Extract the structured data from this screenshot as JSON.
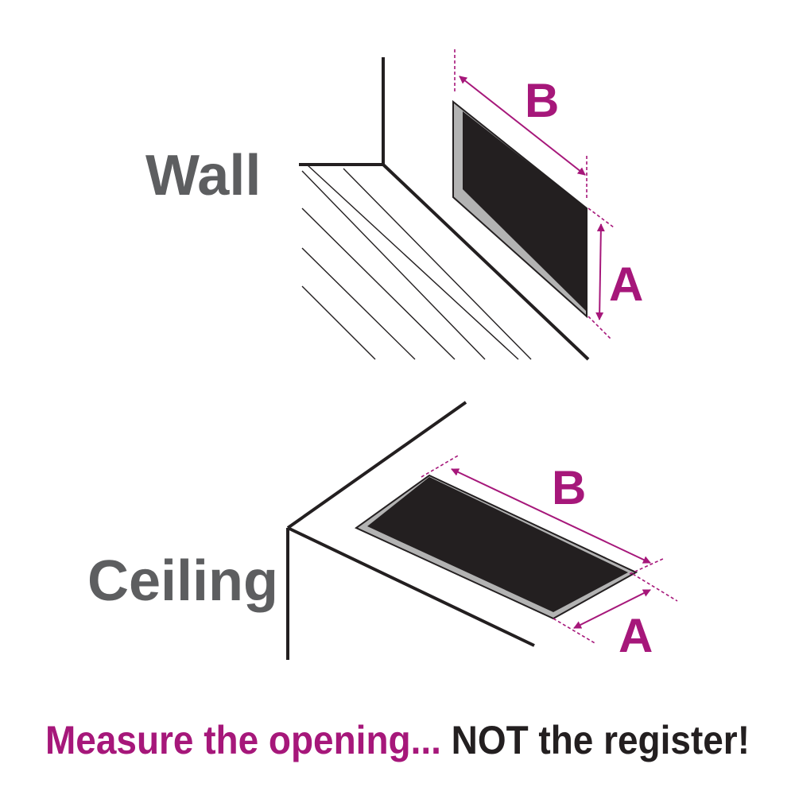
{
  "labels": {
    "wall": "Wall",
    "ceiling": "Ceiling"
  },
  "dimensions": {
    "wall_b": "B",
    "wall_a": "A",
    "ceiling_b": "B",
    "ceiling_a": "A"
  },
  "caption": {
    "part1": "Measure the opening... ",
    "part2": "NOT the register!"
  },
  "colors": {
    "accent": "#a6177a",
    "label_gray": "#5d5e60",
    "caption_dark": "#231f20",
    "opening": "#231f20",
    "opening_edge": "#b3b3b3"
  }
}
